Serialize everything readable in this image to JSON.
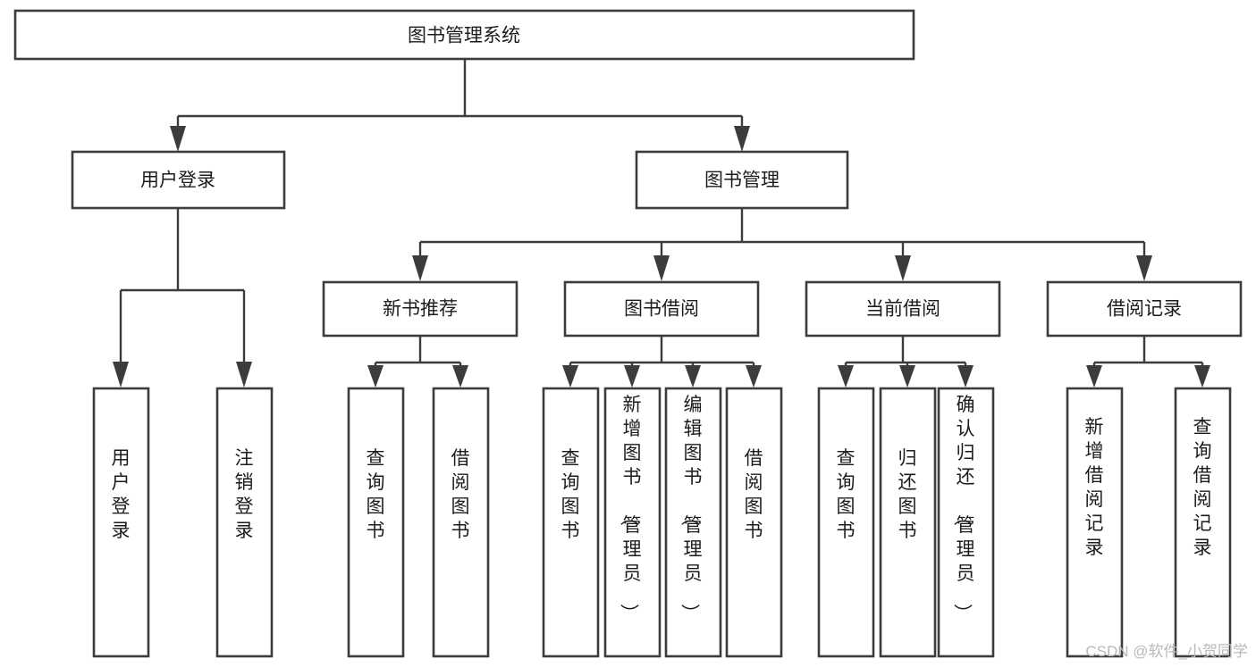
{
  "diagram": {
    "title": "图书管理系统",
    "type": "hierarchy-tree",
    "orientation": "top-down",
    "root": {
      "id": "root",
      "label": "图书管理系统"
    },
    "level2": [
      {
        "id": "user-login",
        "label": "用户登录"
      },
      {
        "id": "book-manage",
        "label": "图书管理"
      }
    ],
    "level3": [
      {
        "id": "new-book-rec",
        "label": "新书推荐",
        "parent": "book-manage"
      },
      {
        "id": "book-borrow",
        "label": "图书借阅",
        "parent": "book-manage"
      },
      {
        "id": "current-borrow",
        "label": "当前借阅",
        "parent": "book-manage"
      },
      {
        "id": "borrow-record",
        "label": "借阅记录",
        "parent": "book-manage"
      }
    ],
    "leaves": [
      {
        "id": "leaf-user-login",
        "label": "用户登录",
        "parent": "user-login"
      },
      {
        "id": "leaf-user-logout",
        "label": "注销登录",
        "parent": "user-login"
      },
      {
        "id": "leaf-query-book-1",
        "label": "查询图书",
        "parent": "new-book-rec"
      },
      {
        "id": "leaf-borrow-book-1",
        "label": "借阅图书",
        "parent": "new-book-rec"
      },
      {
        "id": "leaf-query-book-2",
        "label": "查询图书",
        "parent": "book-borrow"
      },
      {
        "id": "leaf-add-book",
        "label": "新增图书（管理员）",
        "parent": "book-borrow"
      },
      {
        "id": "leaf-edit-book",
        "label": "编辑图书（管理员）",
        "parent": "book-borrow"
      },
      {
        "id": "leaf-borrow-book-2",
        "label": "借阅图书",
        "parent": "book-borrow"
      },
      {
        "id": "leaf-query-book-3",
        "label": "查询图书",
        "parent": "current-borrow"
      },
      {
        "id": "leaf-return-book",
        "label": "归还图书",
        "parent": "current-borrow"
      },
      {
        "id": "leaf-confirm-return",
        "label": "确认归还（管理员）",
        "parent": "current-borrow"
      },
      {
        "id": "leaf-add-record",
        "label": "新增借阅记录",
        "parent": "borrow-record"
      },
      {
        "id": "leaf-query-record",
        "label": "查询借阅记录",
        "parent": "borrow-record"
      }
    ],
    "colors": {
      "box_stroke": "#3c3c3c",
      "box_fill": "#ffffff",
      "text": "#1c1c1c",
      "edge": "#3c3c3c",
      "background": "#ffffff",
      "watermark": "#b9b9b9"
    }
  },
  "watermark": {
    "text": "CSDN @软件_小贺同学"
  }
}
